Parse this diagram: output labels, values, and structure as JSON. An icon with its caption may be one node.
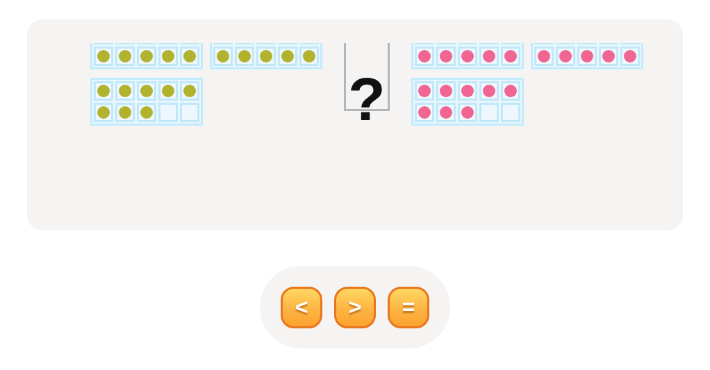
{
  "diagram": {
    "nodes": [
      {
        "text": [],
        "shape": "box"
      },
      {
        "text": [
          "?"
        ],
        "in": 0
      },
      {
        "text": [],
        "shape": "box"
      },
      {
        "text": [
          "<"
        ],
        "in": 2
      },
      {
        "text": [
          ">"
        ],
        "in": 2
      },
      {
        "text": [
          "="
        ],
        "in": 2
      }
    ]
  }
}
